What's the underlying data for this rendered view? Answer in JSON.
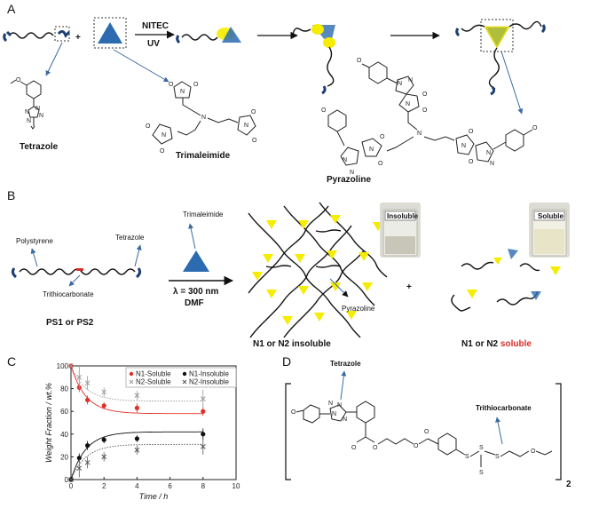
{
  "panels": {
    "a": "A",
    "b": "B",
    "c": "C",
    "d": "D"
  },
  "panel_a": {
    "plus": "+",
    "reaction_top": "NITEC",
    "reaction_bottom": "UV",
    "label_tetrazole": "Tetrazole",
    "label_trimaleimide": "Trimaleimide",
    "label_pyrazoline": "Pyrazoline"
  },
  "panel_b": {
    "polystyrene": "Polystyrene",
    "tetrazole": "Tetrazole",
    "trithiocarbonate": "Trithiocarbonate",
    "trimaleimide": "Trimaleimide",
    "wavelength": "λ = 300 nm",
    "solvent": "DMF",
    "ps_label": "PS1 or PS2",
    "pyrazoline": "Pyrazoline",
    "insoluble_vial": "Insoluble",
    "soluble_vial": "Soluble",
    "plus": "+",
    "network_caption": "N1 or N2 insoluble",
    "soluble_caption_prefix": "N1 or N2 ",
    "soluble_caption_red": "soluble"
  },
  "panel_d": {
    "tetrazole": "Tetrazole",
    "trithiocarbonate": "Trithiocarbonate",
    "subscript": "2"
  },
  "colors": {
    "yellow": "#f3e600",
    "blue_triangle": "#2d6bb0",
    "dark_blue": "#1f3f73",
    "red": "#d9302b",
    "n1_soluble": "#e0302b",
    "n1_insoluble": "#111111",
    "n2_soluble": "#999999",
    "n2_insoluble": "#555555"
  },
  "chart_data": {
    "type": "scatter",
    "xlabel": "Time / h",
    "ylabel": "Weight Fraction / wt.%",
    "xlim": [
      0,
      10
    ],
    "ylim": [
      0,
      100
    ],
    "xticks": [
      0,
      2,
      4,
      6,
      8,
      10
    ],
    "yticks": [
      0,
      20,
      40,
      60,
      80,
      100
    ],
    "legend_position": "top-right",
    "series": [
      {
        "name": "N1-Soluble",
        "x": [
          0,
          0.5,
          1,
          2,
          4,
          8
        ],
        "y": [
          100,
          81,
          70,
          65,
          63,
          60
        ],
        "err": [
          0,
          4,
          4,
          3,
          4,
          4
        ],
        "color": "#e0302b",
        "marker": "circle",
        "fit": "solid"
      },
      {
        "name": "N1-Insoluble",
        "x": [
          0,
          0.5,
          1,
          2,
          4,
          8
        ],
        "y": [
          0,
          19,
          30,
          35,
          36,
          40
        ],
        "err": [
          0,
          4,
          4,
          3,
          3,
          5
        ],
        "color": "#111111",
        "marker": "circle",
        "fit": "solid"
      },
      {
        "name": "N2-Soluble",
        "x": [
          0,
          0.5,
          1,
          2,
          4,
          8
        ],
        "y": [
          100,
          90,
          85,
          77,
          74,
          71
        ],
        "err": [
          0,
          10,
          6,
          4,
          4,
          8
        ],
        "color": "#999999",
        "marker": "x",
        "fit": "dotted"
      },
      {
        "name": "N2-Insoluble",
        "x": [
          0,
          0.5,
          1,
          2,
          4,
          8
        ],
        "y": [
          0,
          10,
          15,
          20,
          26,
          29
        ],
        "err": [
          0,
          8,
          5,
          4,
          4,
          7
        ],
        "color": "#555555",
        "marker": "x",
        "fit": "dotted"
      }
    ]
  }
}
